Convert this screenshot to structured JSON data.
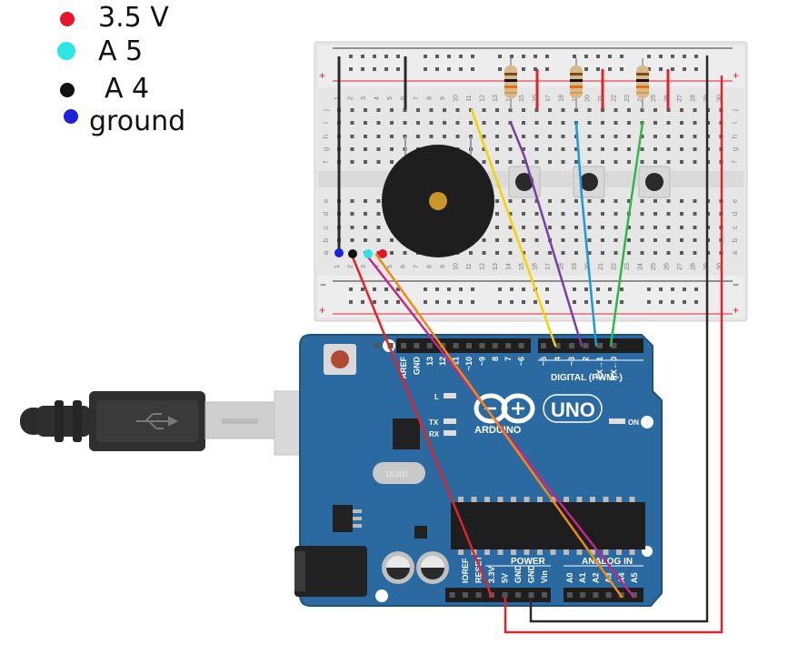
{
  "legend": {
    "items": [
      {
        "color": "#e8152a",
        "label": "3.5 V"
      },
      {
        "color": "#2fe6e6",
        "label": "A 5"
      },
      {
        "color": "#111111",
        "label": "A 4"
      },
      {
        "color": "#1a23d6",
        "label": "ground"
      }
    ]
  },
  "breadboard": {
    "rail_plus": "+",
    "rail_minus": "−",
    "rows_top": [
      "j",
      "i",
      "h",
      "g",
      "f"
    ],
    "rows_bottom": [
      "e",
      "d",
      "c",
      "b",
      "a"
    ],
    "columns": [
      "1",
      "2",
      "3",
      "4",
      "5",
      "6",
      "7",
      "8",
      "9",
      "10",
      "11",
      "12",
      "13",
      "14",
      "15",
      "16",
      "17",
      "18",
      "19",
      "20",
      "21",
      "22",
      "23",
      "24",
      "25",
      "26",
      "27",
      "28",
      "29",
      "30"
    ]
  },
  "arduino": {
    "logo_text": "ARDUINO",
    "model": "UNO",
    "digital_label": "DIGITAL (PWM~)",
    "power_label": "POWER",
    "analog_label": "ANALOG IN",
    "on_label": "ON",
    "led_l": "L",
    "led_tx": "TX",
    "led_rx": "RX",
    "crystal": "16.000",
    "digital_pins": [
      "AREF",
      "GND",
      "13",
      "12",
      "~11",
      "~10",
      "~9",
      "8",
      "7",
      "~6",
      "~5",
      "4",
      "~3",
      "2",
      "TX→1",
      "RX←0"
    ],
    "power_pins": [
      "IOREF",
      "RESET",
      "3.3V",
      "5V",
      "GND",
      "GND",
      "Vin"
    ],
    "analog_pins": [
      "A0",
      "A1",
      "A2",
      "A3",
      "A4",
      "A5"
    ]
  },
  "colors": {
    "board": "#2b6aa0",
    "board_dark": "#1f527e",
    "breadboard": "#e6e6e6",
    "wire_red": "#e0242a",
    "wire_yellow": "#f2d400",
    "wire_purple": "#7b3fa0",
    "wire_blue": "#1b9bd8",
    "wire_green": "#2fb84a",
    "wire_orange": "#f08a10",
    "wire_magenta": "#c0288a",
    "wire_black": "#2a2a2a"
  }
}
